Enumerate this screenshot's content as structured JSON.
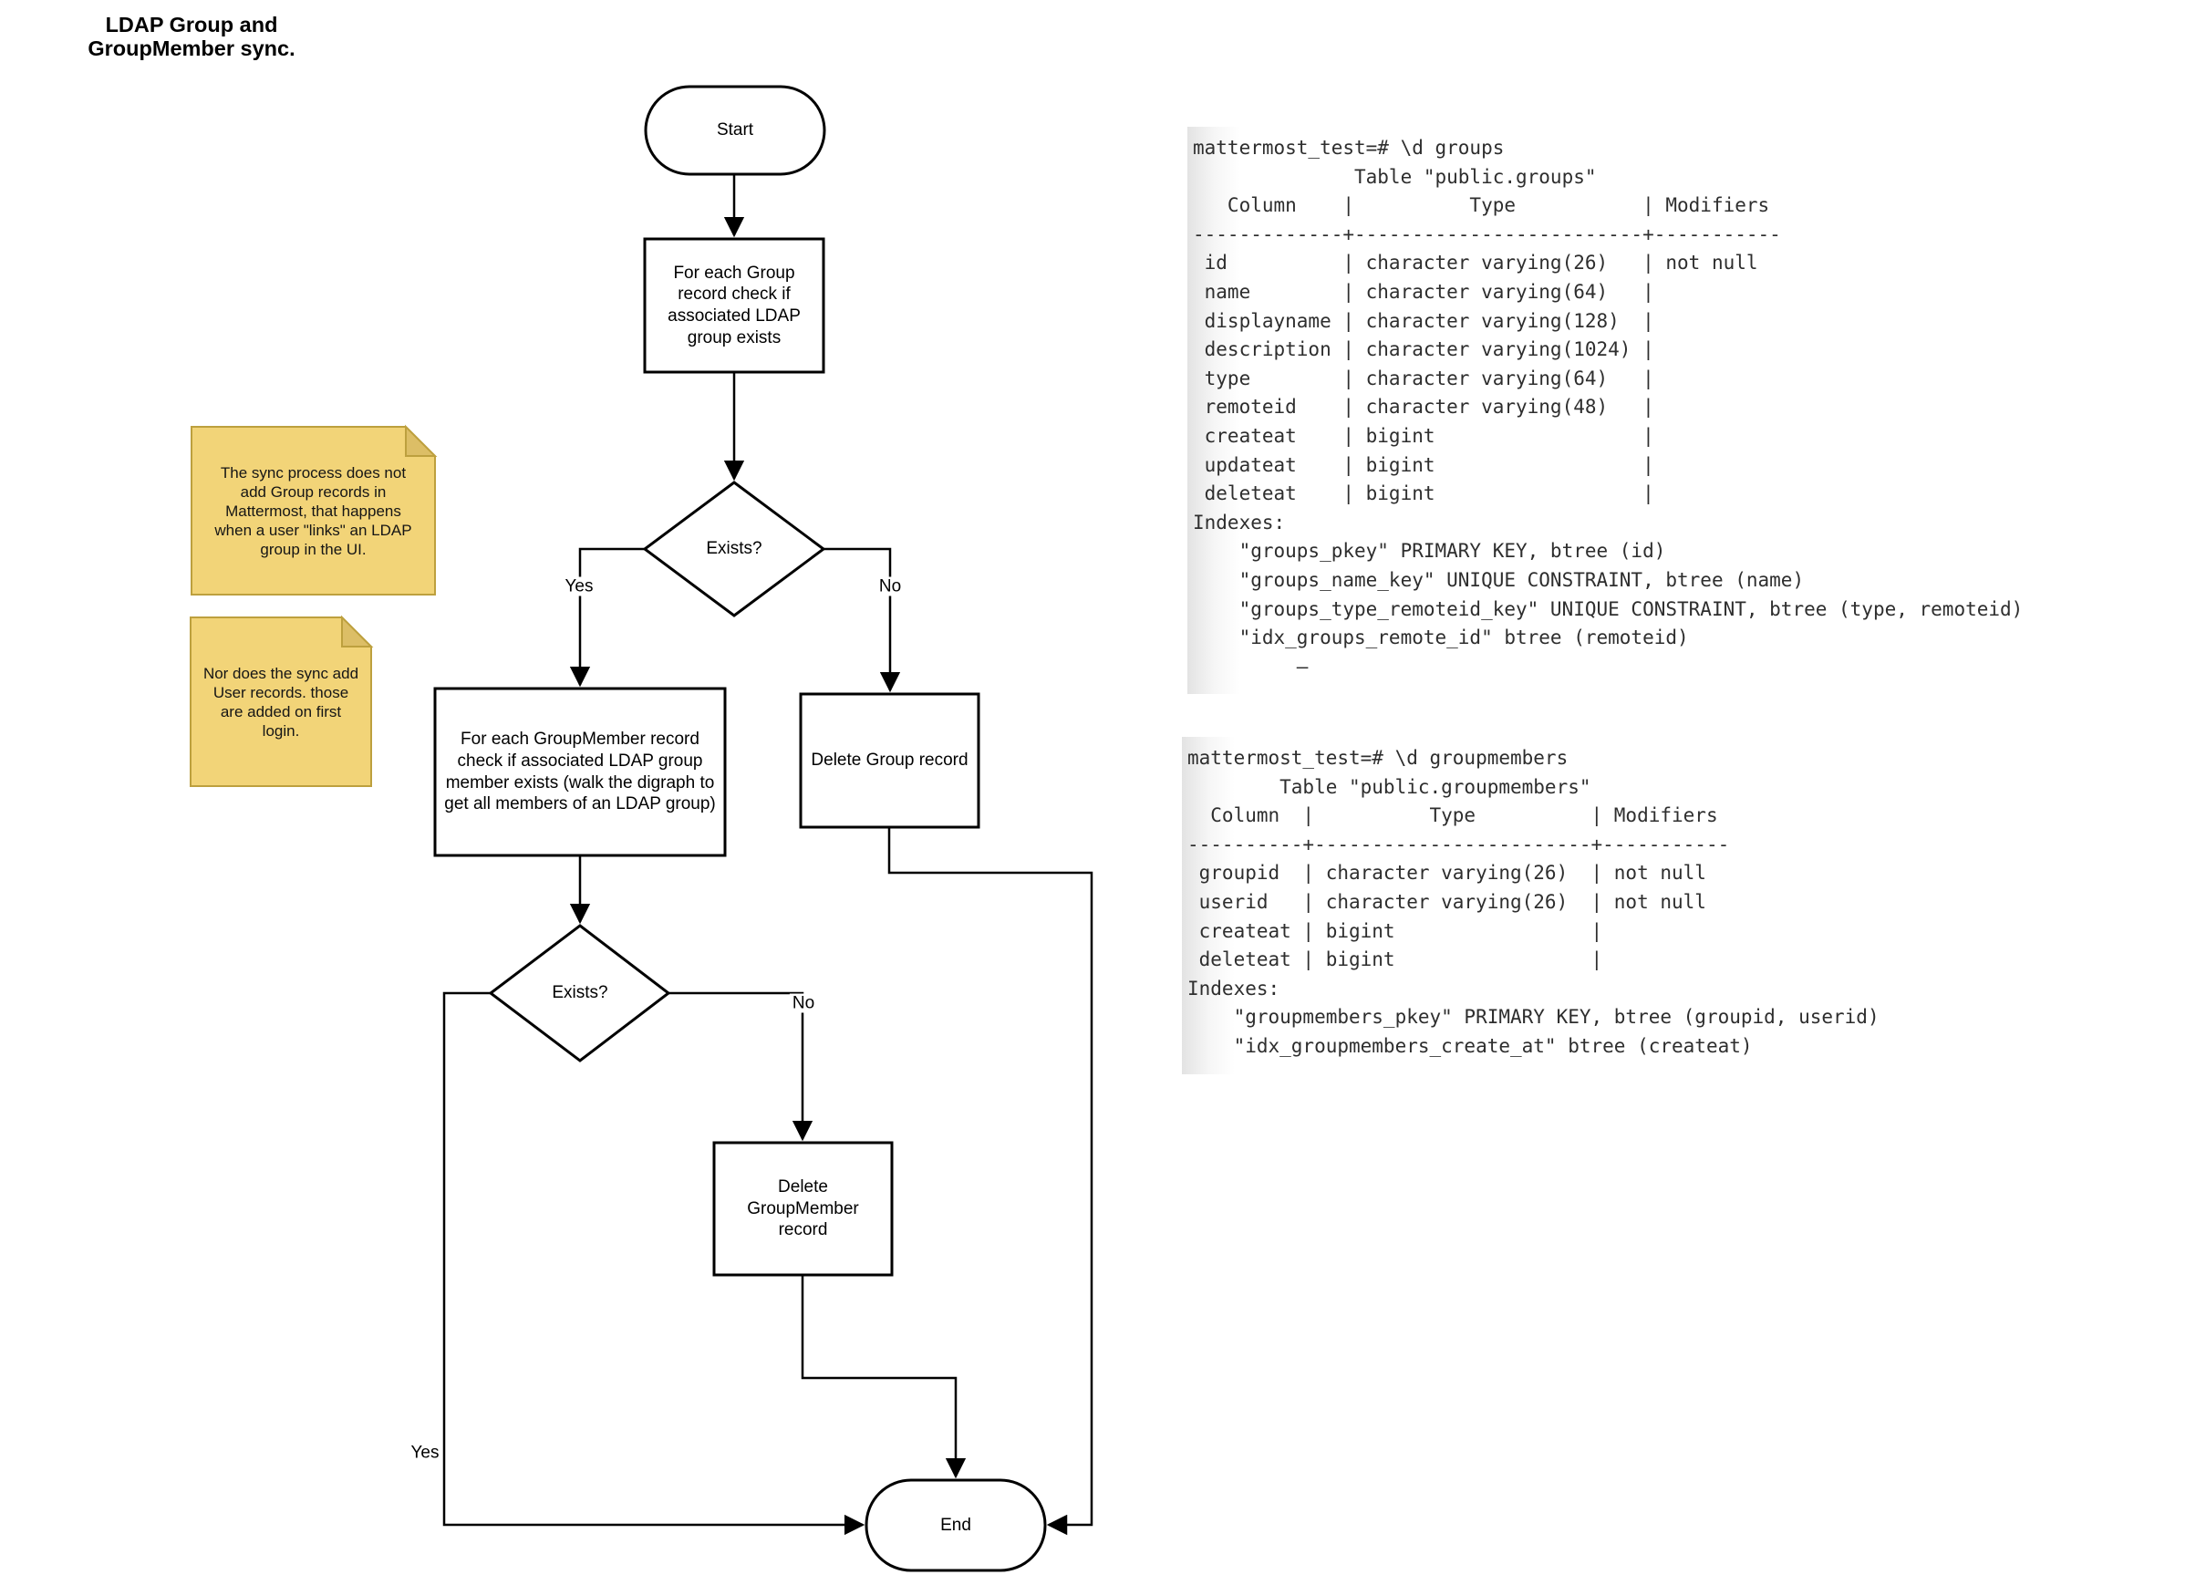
{
  "title": "LDAP Group and\nGroupMember sync.",
  "flowchart": {
    "start_label": "Start",
    "process_group_check": "For each Group record check if associated LDAP group exists",
    "decision_group_exists": "Exists?",
    "group_yes_label": "Yes",
    "group_no_label": "No",
    "process_groupmember_check": "For each GroupMember record check if associated LDAP group member exists (walk the digraph to get all members of an LDAP group)",
    "delete_group": "Delete Group record",
    "decision_groupmember_exists": "Exists?",
    "groupmember_yes_label": "Yes",
    "groupmember_no_label": "No",
    "delete_groupmember": "Delete GroupMember record",
    "end_label": "End"
  },
  "notes": {
    "group_note": "The sync process does not add Group records in Mattermost, that happens when a user \"links\" an LDAP group in the UI.",
    "user_note": "Nor does the sync add User records. those are added on first login."
  },
  "terminals": {
    "groups": [
      "mattermost_test=# \\d groups",
      "              Table \"public.groups\"",
      "   Column    |          Type           | Modifiers",
      "-------------+-------------------------+-----------",
      " id          | character varying(26)   | not null",
      " name        | character varying(64)   |",
      " displayname | character varying(128)  |",
      " description | character varying(1024) |",
      " type        | character varying(64)   |",
      " remoteid    | character varying(48)   |",
      " createat    | bigint                  |",
      " updateat    | bigint                  |",
      " deleteat    | bigint                  |",
      "Indexes:",
      "    \"groups_pkey\" PRIMARY KEY, btree (id)",
      "    \"groups_name_key\" UNIQUE CONSTRAINT, btree (name)",
      "    \"groups_type_remoteid_key\" UNIQUE CONSTRAINT, btree (type, remoteid)",
      "    \"idx_groups_remote_id\" btree (remoteid)",
      "         –"
    ],
    "groupmembers": [
      "mattermost_test=# \\d groupmembers",
      "        Table \"public.groupmembers\"",
      "  Column  |          Type          | Modifiers",
      "----------+------------------------+-----------",
      " groupid  | character varying(26)  | not null",
      " userid   | character varying(26)  | not null",
      " createat | bigint                 |",
      " deleteat | bigint                 |",
      "Indexes:",
      "    \"groupmembers_pkey\" PRIMARY KEY, btree (groupid, userid)",
      "    \"idx_groupmembers_create_at\" btree (createat)"
    ]
  },
  "colors": {
    "stroke": "#000000",
    "shape_fill": "#ffffff",
    "note_fill": "#F2D478",
    "note_fold": "#DCBE66",
    "note_border": "#BDA03E",
    "terminal_text": "#2e2e2e"
  }
}
